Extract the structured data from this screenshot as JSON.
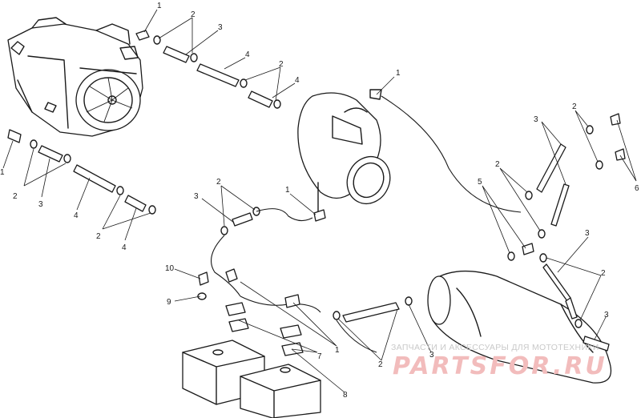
{
  "watermark": {
    "caption": "ЗАПЧАСТИ И АКСЕССУАРЫ ДЛЯ МОТОТЕХНИКИ",
    "logo": "PARTSFOR.RU"
  },
  "callouts": [
    {
      "id": "c1",
      "text": "1"
    },
    {
      "id": "c2",
      "text": "2"
    },
    {
      "id": "c3",
      "text": "3"
    },
    {
      "id": "c4",
      "text": "4"
    },
    {
      "id": "c5",
      "text": "2"
    },
    {
      "id": "c6",
      "text": "4"
    },
    {
      "id": "c7",
      "text": "1"
    },
    {
      "id": "c8",
      "text": "2"
    },
    {
      "id": "c9",
      "text": "3"
    },
    {
      "id": "c10",
      "text": "4"
    },
    {
      "id": "c11",
      "text": "2"
    },
    {
      "id": "c12",
      "text": "4"
    },
    {
      "id": "c13",
      "text": "1"
    },
    {
      "id": "c14",
      "text": "2"
    },
    {
      "id": "c15",
      "text": "3"
    },
    {
      "id": "c16",
      "text": "1"
    },
    {
      "id": "c17",
      "text": "3"
    },
    {
      "id": "c18",
      "text": "2"
    },
    {
      "id": "c19",
      "text": "6"
    },
    {
      "id": "c20",
      "text": "2"
    },
    {
      "id": "c21",
      "text": "5"
    },
    {
      "id": "c22",
      "text": "3"
    },
    {
      "id": "c23",
      "text": "2"
    },
    {
      "id": "c24",
      "text": "3"
    },
    {
      "id": "c25",
      "text": "10"
    },
    {
      "id": "c26",
      "text": "9"
    },
    {
      "id": "c27",
      "text": "7"
    },
    {
      "id": "c28",
      "text": "1"
    },
    {
      "id": "c29",
      "text": "8"
    },
    {
      "id": "c30",
      "text": "2"
    },
    {
      "id": "c31",
      "text": "3"
    }
  ]
}
